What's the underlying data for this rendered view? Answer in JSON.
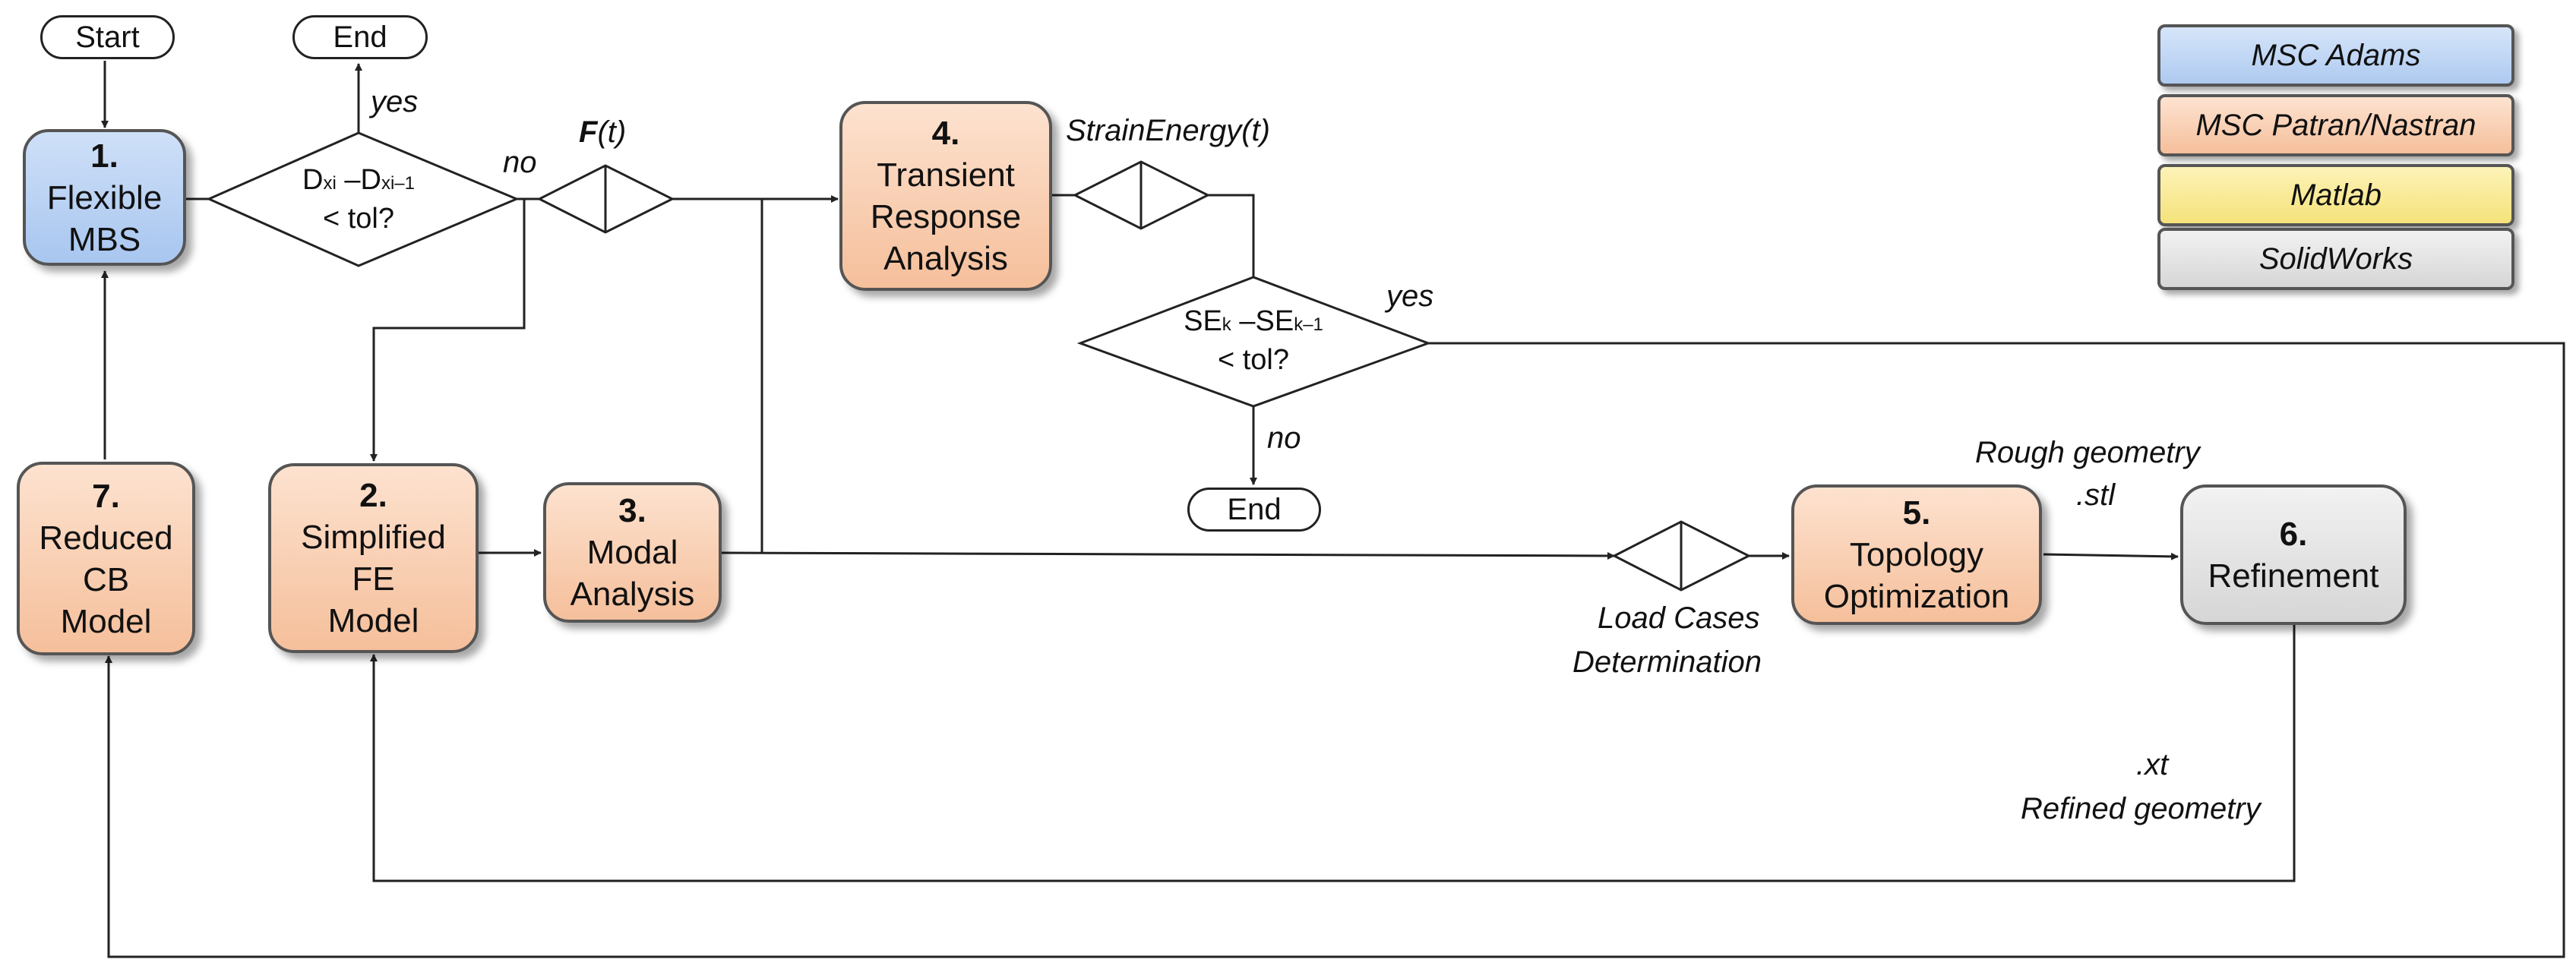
{
  "legend": [
    {
      "label": "MSC Adams",
      "color": "#b9d3f4"
    },
    {
      "label": "MSC Patran/Nastran",
      "color": "#f8cdae"
    },
    {
      "label": "Matlab",
      "color": "#fbee9a"
    },
    {
      "label": "SolidWorks",
      "color": "#e2e2e2"
    }
  ],
  "terminals": {
    "start": "Start",
    "end_top": "End",
    "end_bottom": "End"
  },
  "nodes": {
    "n1": {
      "num": "1.",
      "text": [
        "Flexible",
        "MBS"
      ]
    },
    "n2": {
      "num": "2.",
      "text": [
        "Simplified",
        "FE",
        "Model"
      ]
    },
    "n3": {
      "num": "3.",
      "text": [
        "Modal",
        "Analysis"
      ]
    },
    "n4": {
      "num": "4.",
      "text": [
        "Transient",
        "Response",
        "Analysis"
      ]
    },
    "n5": {
      "num": "5.",
      "text": [
        "Topology",
        "Optimization"
      ]
    },
    "n6": {
      "num": "6.",
      "text": [
        "Refinement"
      ]
    },
    "n7": {
      "num": "7.",
      "text": [
        "Reduced",
        "CB",
        "Model"
      ]
    }
  },
  "decision1": {
    "d1": "D",
    "d1_sub": "xi",
    "minus": " –D",
    "d2_sub": "xi–1",
    "tol": "< tol?"
  },
  "decision2": {
    "d1": "SE",
    "d1_sub": "k",
    "minus": " –SE",
    "d2_sub": "k–1",
    "tol": "< tol?"
  },
  "labels": {
    "yes_top": "yes",
    "no_top": "no",
    "force_bold": "F",
    "force_rest": "(t)",
    "strain_energy": "StrainEnergy(t)",
    "yes_right": "yes",
    "no_right": "no",
    "load_cases_1": "Load Cases",
    "load_cases_2": "Determination",
    "rough_geometry": "Rough geometry",
    "stl": ".stl",
    "xt": ".xt",
    "refined_geometry": "Refined geometry"
  },
  "colors": {
    "line": "#222222",
    "adams": "#b9d3f4",
    "patran": "#f8cdae",
    "matlab": "#fbee9a",
    "solidworks": "#e2e2e2"
  }
}
